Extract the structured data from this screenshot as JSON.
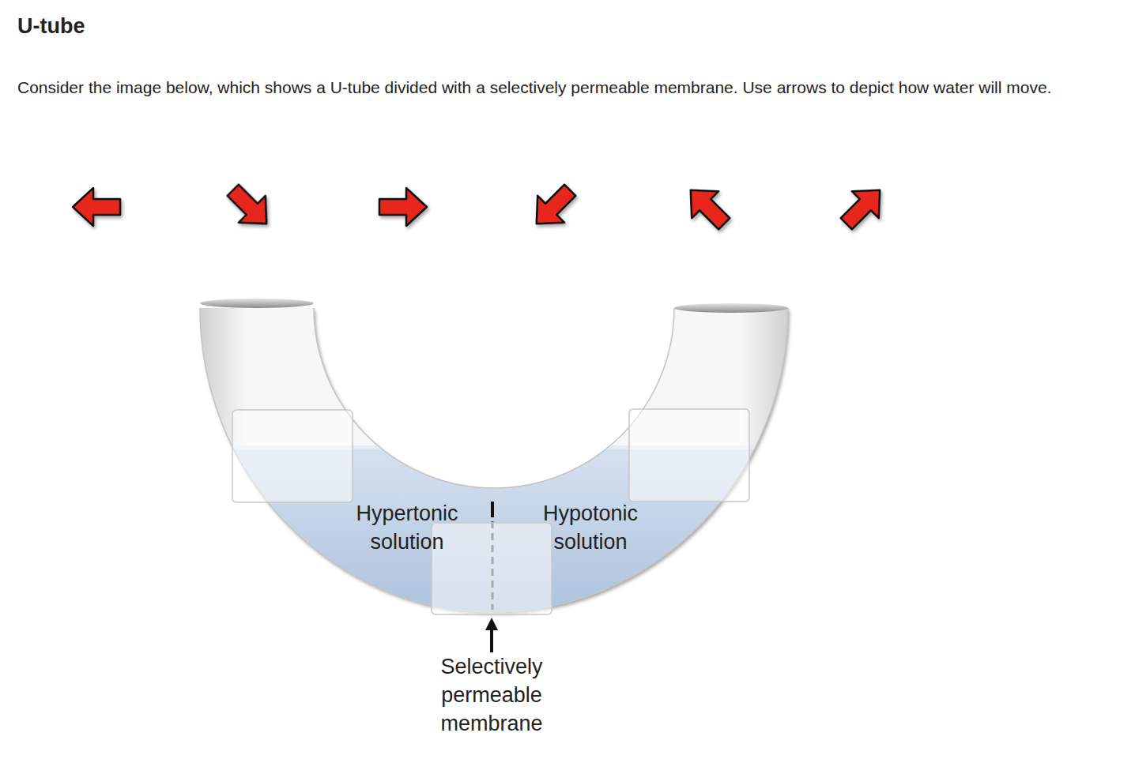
{
  "diagram": {
    "title": "U-tube",
    "labels": [
      "Consider the image below, which shows a U-tube divided with a selectively permeable membrane. Use arrows to depict how water will move.",
      "Hypertonic solution",
      "Hypotonic solution",
      "Selectively permeable membrane"
    ]
  }
}
